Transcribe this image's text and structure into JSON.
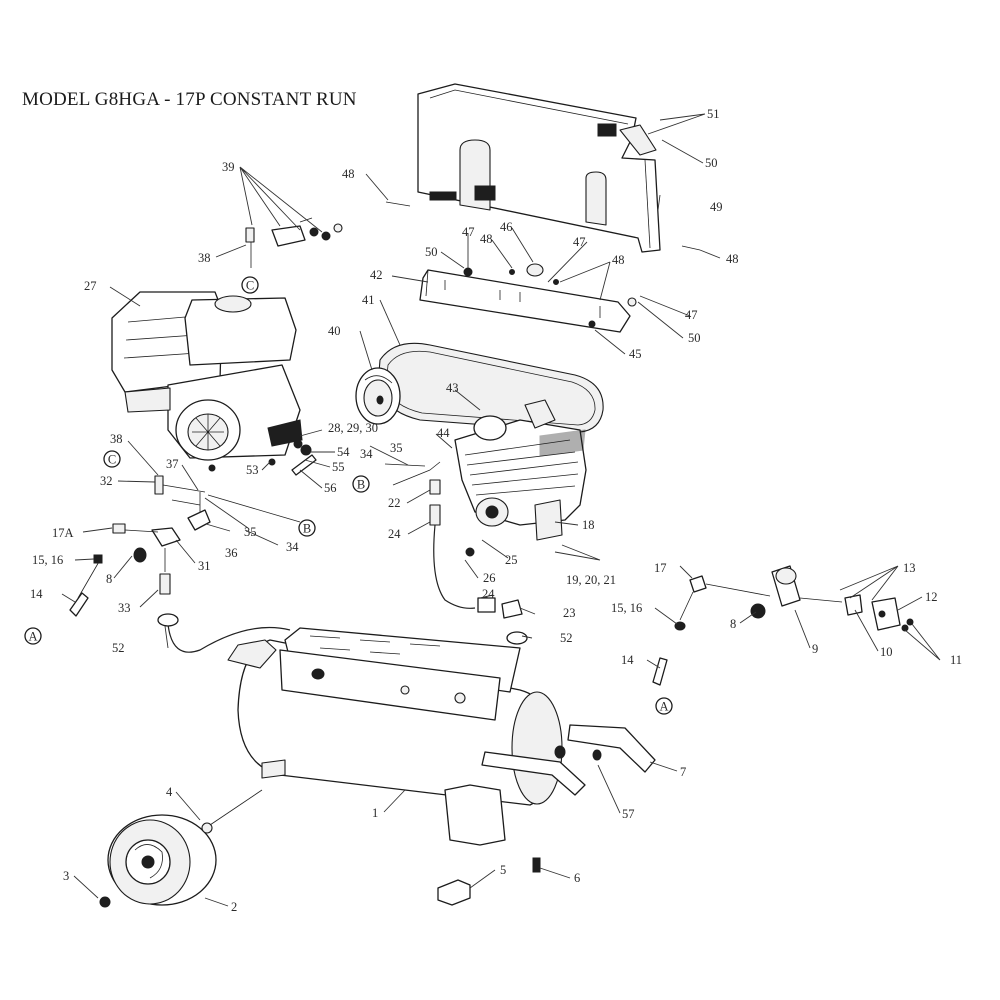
{
  "title": "MODEL G8HGA - 17P CONSTANT RUN",
  "callouts": {
    "c1": "1",
    "c2": "2",
    "c3": "3",
    "c4": "4",
    "c5": "5",
    "c6": "6",
    "c7": "7",
    "c8a": "8",
    "c8b": "8",
    "c9": "9",
    "c10": "10",
    "c11": "11",
    "c12": "12",
    "c13": "13",
    "c14a": "14",
    "c14b": "14",
    "c1516a": "15, 16",
    "c1516b": "15, 16",
    "c17": "17",
    "c17a": "17A",
    "c18": "18",
    "c192021": "19, 20, 21",
    "c22": "22",
    "c23": "23",
    "c24a": "24",
    "c24b": "24",
    "c25": "25",
    "c26": "26",
    "c27": "27",
    "c282930": "28, 29, 30",
    "c31": "31",
    "c32": "32",
    "c33": "33",
    "c34a": "34",
    "c34b": "34",
    "c35a": "35",
    "c35b": "35",
    "c36": "36",
    "c37": "37",
    "c38a": "38",
    "c38b": "38",
    "c39": "39",
    "c40": "40",
    "c41": "41",
    "c42": "42",
    "c43": "43",
    "c44": "44",
    "c45": "45",
    "c46": "46",
    "c47a": "47",
    "c47b": "47",
    "c47c": "47",
    "c48a": "48",
    "c48b": "48",
    "c48c": "48",
    "c48d": "48",
    "c49": "49",
    "c50a": "50",
    "c50b": "50",
    "c50c": "50",
    "c51": "51",
    "c52a": "52",
    "c52b": "52",
    "c53": "53",
    "c54": "54",
    "c55": "55",
    "c56": "56",
    "c57": "57"
  },
  "connectors": {
    "a_left": "A",
    "a_right": "A",
    "b_left": "B",
    "b_right": "B",
    "c_top": "C",
    "c_left": "C"
  }
}
